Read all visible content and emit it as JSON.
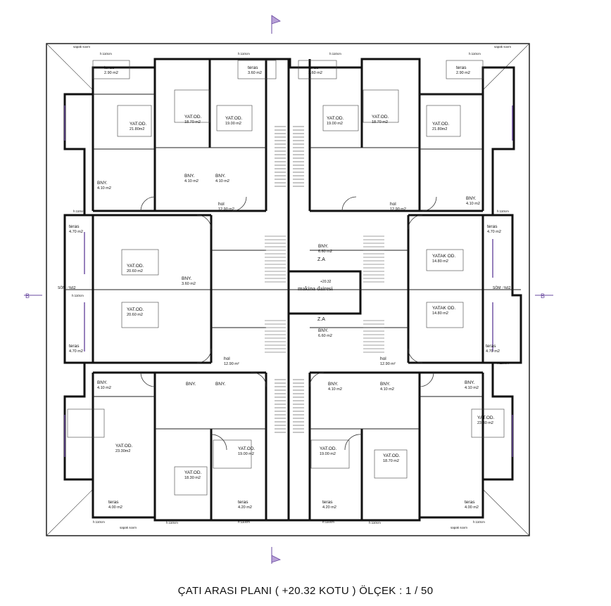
{
  "caption": "ÇATI ARASI PLANI ( +20.32 KOTU ) ÖLÇEK : 1 / 50",
  "section_marks": {
    "left": "B",
    "right": "B"
  },
  "center_label": "makina dairesi",
  "center_level": "+20.32",
  "rooms": [
    {
      "id": "teras-nw",
      "name": "teras",
      "area": "2.90 m2"
    },
    {
      "id": "teras-n1",
      "name": "teras",
      "area": "3.60 m2"
    },
    {
      "id": "teras-n2",
      "name": "teras",
      "area": "3.60 m2"
    },
    {
      "id": "teras-ne",
      "name": "teras",
      "area": "2.90 m2"
    },
    {
      "id": "yatod-nw",
      "name": "YAT.OD.",
      "area": "21.80m2"
    },
    {
      "id": "yatod-n1",
      "name": "YAT.OD.",
      "area": "18.70 m2"
    },
    {
      "id": "yatod-n2",
      "name": "YAT.OD.",
      "area": "19.00 m2"
    },
    {
      "id": "yatod-n3",
      "name": "YAT.OD.",
      "area": "19.00 m2"
    },
    {
      "id": "yatod-n4",
      "name": "YAT.OD.",
      "area": "18.70 m2"
    },
    {
      "id": "yatod-ne",
      "name": "YAT.OD.",
      "area": "21.80m2"
    },
    {
      "id": "bny-n1",
      "name": "BNY.",
      "area": "4.10 m2"
    },
    {
      "id": "bny-n2",
      "name": "BNY.",
      "area": "4.10 m2"
    },
    {
      "id": "bny-nw",
      "name": "BNY.",
      "area": "4.10 m2"
    },
    {
      "id": "bny-ne",
      "name": "BNY.",
      "area": "4.10 m2"
    },
    {
      "id": "hol-n",
      "name": "hol",
      "area": "12.90 m2"
    },
    {
      "id": "hol-ne",
      "name": "hol",
      "area": "12.90 m2"
    },
    {
      "id": "teras-w1",
      "name": "teras",
      "area": "4.70 m2"
    },
    {
      "id": "teras-e1",
      "name": "teras",
      "area": "4.70 m2"
    },
    {
      "id": "yatod-w1",
      "name": "YAT.OD.",
      "area": "20.60 m2"
    },
    {
      "id": "yatak-e1",
      "name": "YATAK OD.",
      "area": "14.80 m2"
    },
    {
      "id": "bny-c1",
      "name": "BNY.",
      "area": "6.60 m2"
    },
    {
      "id": "bny-w",
      "name": "BNY.",
      "area": "3.60 m2"
    },
    {
      "id": "yatod-w2",
      "name": "YAT.OD.",
      "area": "20.60 m2"
    },
    {
      "id": "yatak-e2",
      "name": "YATAK OD.",
      "area": "14.80 m2"
    },
    {
      "id": "bny-c2",
      "name": "BNY.",
      "area": "6.60 m2"
    },
    {
      "id": "teras-w2",
      "name": "teras",
      "area": "4.70 m2"
    },
    {
      "id": "teras-e2",
      "name": "teras",
      "area": "4.70 m2"
    },
    {
      "id": "hol-s",
      "name": "hol",
      "area": "12.90 m²"
    },
    {
      "id": "hol-se",
      "name": "hol",
      "area": "12.90 m²"
    },
    {
      "id": "bny-sw",
      "name": "BNY.",
      "area": "4.10 m2"
    },
    {
      "id": "bny-s1",
      "name": "BNY.",
      "area": ""
    },
    {
      "id": "bny-s2",
      "name": "BNY.",
      "area": ""
    },
    {
      "id": "bny-s3",
      "name": "BNY.",
      "area": "4.10 m2"
    },
    {
      "id": "bny-s4",
      "name": "BNY.",
      "area": "4.10 m2"
    },
    {
      "id": "bny-se",
      "name": "BNY.",
      "area": "4.10 m2"
    },
    {
      "id": "yatod-sw",
      "name": "YAT.OD.",
      "area": "23.30m2"
    },
    {
      "id": "yatod-s1",
      "name": "YAT.OD.",
      "area": "18.30 m2"
    },
    {
      "id": "yatod-s2",
      "name": "YAT.OD.",
      "area": "19.00 m2"
    },
    {
      "id": "yatod-s3",
      "name": "YAT.OD.",
      "area": "19.00 m2"
    },
    {
      "id": "yatod-s4",
      "name": "YAT.OD.",
      "area": "18.70 m2"
    },
    {
      "id": "yatod-se",
      "name": "YAT.OD.",
      "area": "23.30 m2"
    },
    {
      "id": "teras-sw",
      "name": "teras",
      "area": "4.00 m2"
    },
    {
      "id": "teras-s1",
      "name": "teras",
      "area": "4.20 m2"
    },
    {
      "id": "teras-s2",
      "name": "teras",
      "area": "4.20 m2"
    },
    {
      "id": "teras-se",
      "name": "teras",
      "area": "4.00 m2"
    }
  ],
  "small_labels": {
    "za_top": "Z.A",
    "za_bottom": "Z.A",
    "level_w": "SÖM : %62",
    "level_e": "SÖM : %62",
    "sill": "h:110cm",
    "tile": "sapak soxm"
  }
}
